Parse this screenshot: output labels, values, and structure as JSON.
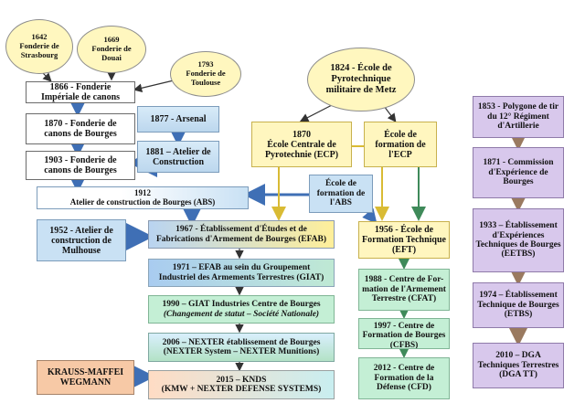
{
  "ovals": {
    "strasbourg": [
      "1642",
      "Fonderie de",
      "Strasbourg"
    ],
    "douai": [
      "1669",
      "Fonderie de",
      "Douai"
    ],
    "toulouse": [
      "1793",
      "Fonderie de",
      "Toulouse"
    ],
    "metz": [
      "1824 - École de",
      "Pyrotechnique",
      "militaire de Metz"
    ]
  },
  "left": {
    "b1866": [
      "1866 - Fonderie",
      "Impériale de canons"
    ],
    "b1870": [
      "1870 - Fonderie de",
      "canons de Bourges"
    ],
    "b1903": [
      "1903 - Fonderie de",
      "canons de Bourges"
    ],
    "b1877": "1877 - Arsenal",
    "b1881": [
      "1881 – Atelier de",
      "Construction"
    ],
    "b1912": [
      "1912",
      "Atelier de construction de Bourges (ABS)"
    ],
    "b1952": [
      "1952 - Atelier de",
      "construction de",
      "Mulhouse"
    ]
  },
  "middle": {
    "b1870ecp": [
      "1870",
      "École Centrale de",
      "Pyrotechnie (ECP)"
    ],
    "ecpform": [
      "École de",
      "formation de",
      "l'ECP"
    ],
    "abs_school": [
      "École de",
      "formation de",
      "l'ABS"
    ],
    "efab": [
      "1967 - Établissement d'Études et de",
      "Fabrications d'Armement de Bourges (EFAB)"
    ],
    "giat1971": [
      "1971 – EFAB au sein du Groupement",
      "Industriel des Armements Terrestres (GIAT)"
    ],
    "giat1990": [
      "1990 – GIAT Industries Centre de Bourges",
      "(Changement de statut – Société Nationale)"
    ],
    "nexter": [
      "2006 – NEXTER établissement de Bourges",
      "(NEXTER System – NEXTER Munitions)"
    ],
    "kmw": [
      "KRAUSS-MAFFEI",
      "WEGMANN"
    ],
    "knds": [
      "2015 – KNDS",
      "(KMW + NEXTER DEFENSE SYSTEMS)"
    ]
  },
  "green_col": {
    "eft": [
      "1956 - École de",
      "Formation Technique",
      "(EFT)"
    ],
    "cfat": [
      "1988 - Centre de For-",
      "mation de l'Armement",
      "Terrestre (CFAT)"
    ],
    "cfbs": [
      "1997 - Centre de",
      "Formation de Bourges",
      "(CFBS)"
    ],
    "cfd": [
      "2012 - Centre de",
      "Formation de la",
      "Défense (CFD)"
    ]
  },
  "purple_col": {
    "p1853": [
      "1853 - Polygone de tir",
      "du 12° Régiment",
      "d'Artillerie"
    ],
    "p1871": [
      "1871 - Commission",
      "d'Expérience de",
      "Bourges"
    ],
    "p1933": [
      "1933 – Établissement",
      "d'Expériences",
      "Techniques de Bourges",
      "(EETBS)"
    ],
    "p1974": [
      "1974 – Établissement",
      "Technique de Bourges",
      "(ETBS)"
    ],
    "p2010": [
      "2010 – DGA",
      "Techniques Terrestres",
      "(DGA TT)"
    ]
  },
  "colors": {
    "blue_arrow": "#3f6fb5",
    "yellow_arrow": "#e3c63c",
    "green_arrow": "#3f8a5a",
    "purple_arrow": "#9a7a60"
  }
}
